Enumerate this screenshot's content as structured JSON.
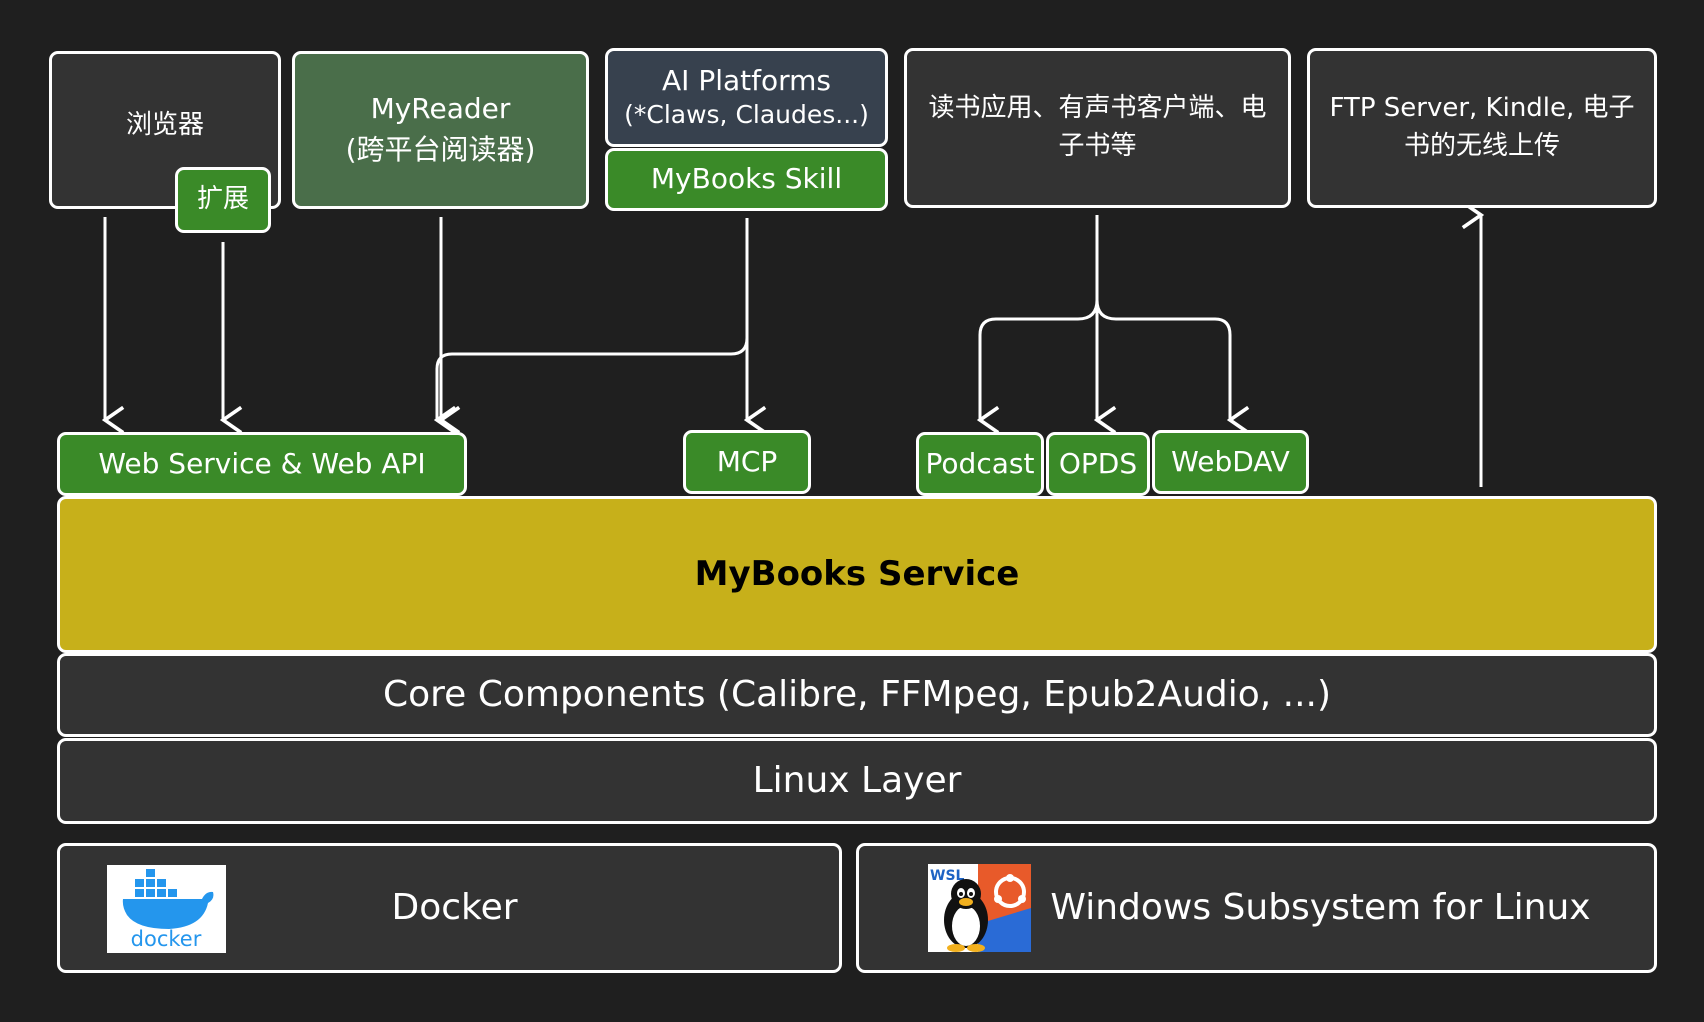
{
  "clients": {
    "browser": "浏览器",
    "extension": "扩展",
    "myreader_line1": "MyReader",
    "myreader_line2": "(跨平台阅读器)",
    "ai_line1": "AI Platforms",
    "ai_line2": "(*Claws, Claudes...)",
    "skill": "MyBooks Skill",
    "readers_line1": "读书应用、有声书客户端、电",
    "readers_line2": "子书等",
    "ftp_line1": "FTP Server, Kindle, 电子",
    "ftp_line2": "书的无线上传"
  },
  "interfaces": {
    "web": "Web Service & Web API",
    "mcp": "MCP",
    "podcast": "Podcast",
    "opds": "OPDS",
    "webdav": "WebDAV"
  },
  "layers": {
    "service": "MyBooks Service",
    "core": "Core Components (Calibre, FFMpeg, Epub2Audio, ...)",
    "linux": "Linux Layer"
  },
  "platforms": {
    "docker": "Docker",
    "docker_logo_text": "docker",
    "wsl": "Windows Subsystem for Linux",
    "wsl_logo_text": "WSL"
  },
  "colors": {
    "background": "#1f1f1f",
    "box_dark": "#333333",
    "green": "#3a8a28",
    "myreader": "#4a6e4a",
    "ai_platforms": "#37414e",
    "service": "#c7b01a",
    "border": "#ffffff"
  },
  "icons": [
    "docker-logo-icon",
    "wsl-tux-icon"
  ]
}
